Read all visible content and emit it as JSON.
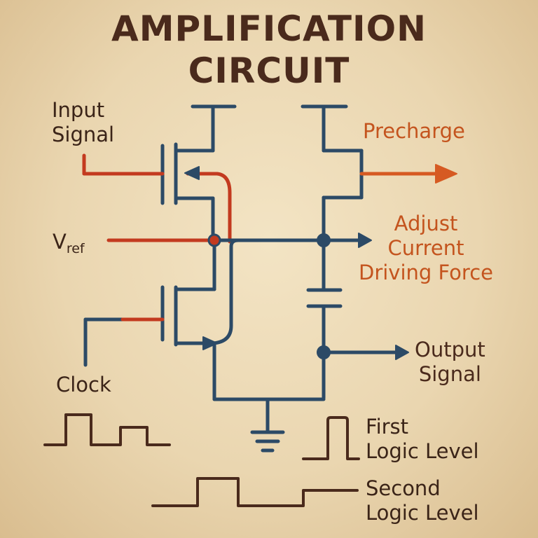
{
  "title": {
    "line1": "AMPLIFICATION",
    "line2": "CIRCUIT"
  },
  "labels": {
    "input_signal": [
      "Input",
      "Signal"
    ],
    "precharge": "Precharge",
    "vref_main": "V",
    "vref_sub": "ref",
    "adjust": [
      "Adjust",
      "Current",
      "Driving Force"
    ],
    "clock": "Clock",
    "output_signal": [
      "Output",
      "Signal"
    ],
    "first_logic": [
      "First",
      "Logic Level"
    ],
    "second_logic": [
      "Second",
      "Logic Level"
    ]
  },
  "colors": {
    "wire_blue": "#2c4a66",
    "signal_red": "#c33a1f",
    "arrow_orange": "#d65a22",
    "ink_brown": "#4a2a1c",
    "text_orange": "#c4541e",
    "background": "#efdfbd"
  }
}
